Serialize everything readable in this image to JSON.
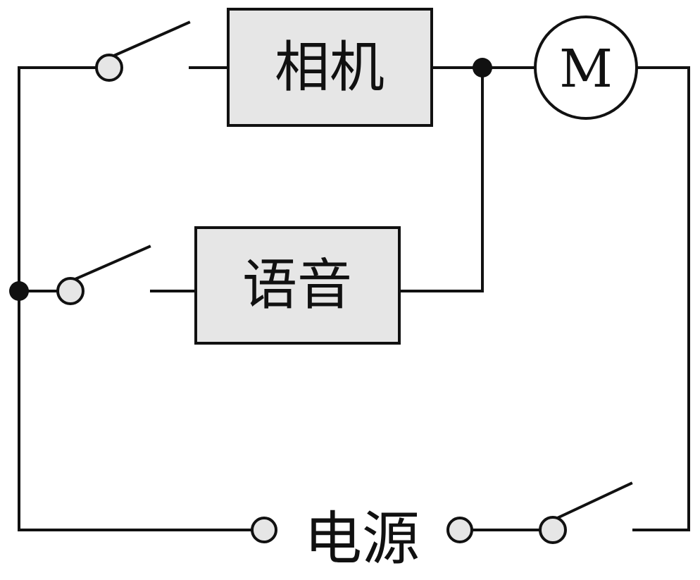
{
  "components": {
    "camera": {
      "label": "相机"
    },
    "voice": {
      "label": "语音"
    },
    "motor": {
      "label": "M"
    },
    "power": {
      "label": "电源"
    }
  },
  "colors": {
    "line": "#111111",
    "box_fill": "#e6e6e6",
    "terminal_fill": "#e6e6e6",
    "motor_fill": "#ffffff",
    "background": "#ffffff"
  }
}
